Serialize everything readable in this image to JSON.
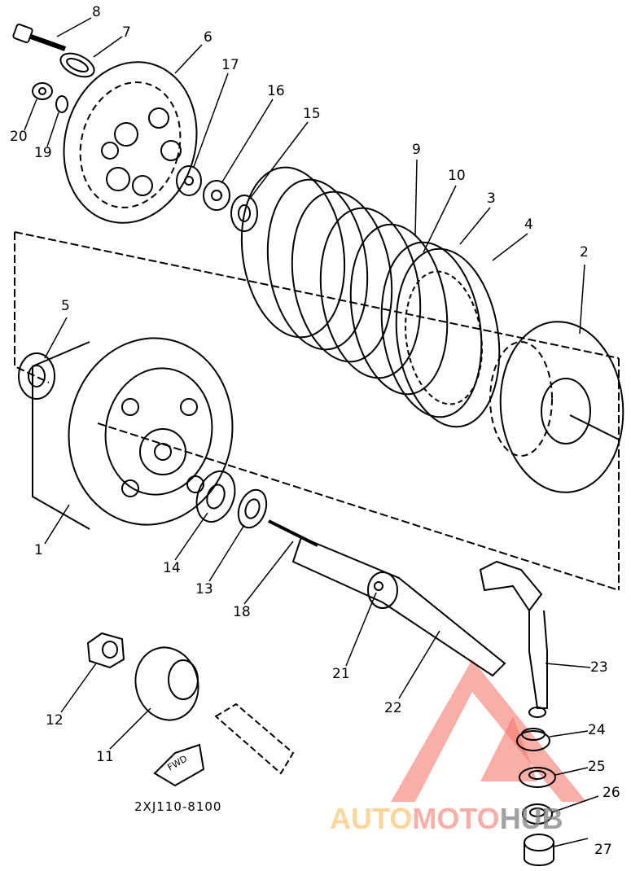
{
  "diagram": {
    "part_code": "2XJ110-8100",
    "fwd_label": "FWD",
    "callouts": [
      "1",
      "2",
      "3",
      "4",
      "5",
      "6",
      "7",
      "8",
      "9",
      "10",
      "11",
      "12",
      "13",
      "14",
      "15",
      "16",
      "17",
      "18",
      "19",
      "20",
      "21",
      "22",
      "23",
      "24",
      "25",
      "26",
      "27"
    ]
  },
  "watermark": {
    "part1": "AUTO",
    "part2": "MOTO",
    "part3": "HUB",
    "colors": [
      "#fdc878",
      "#f5786e",
      "#828282"
    ]
  }
}
